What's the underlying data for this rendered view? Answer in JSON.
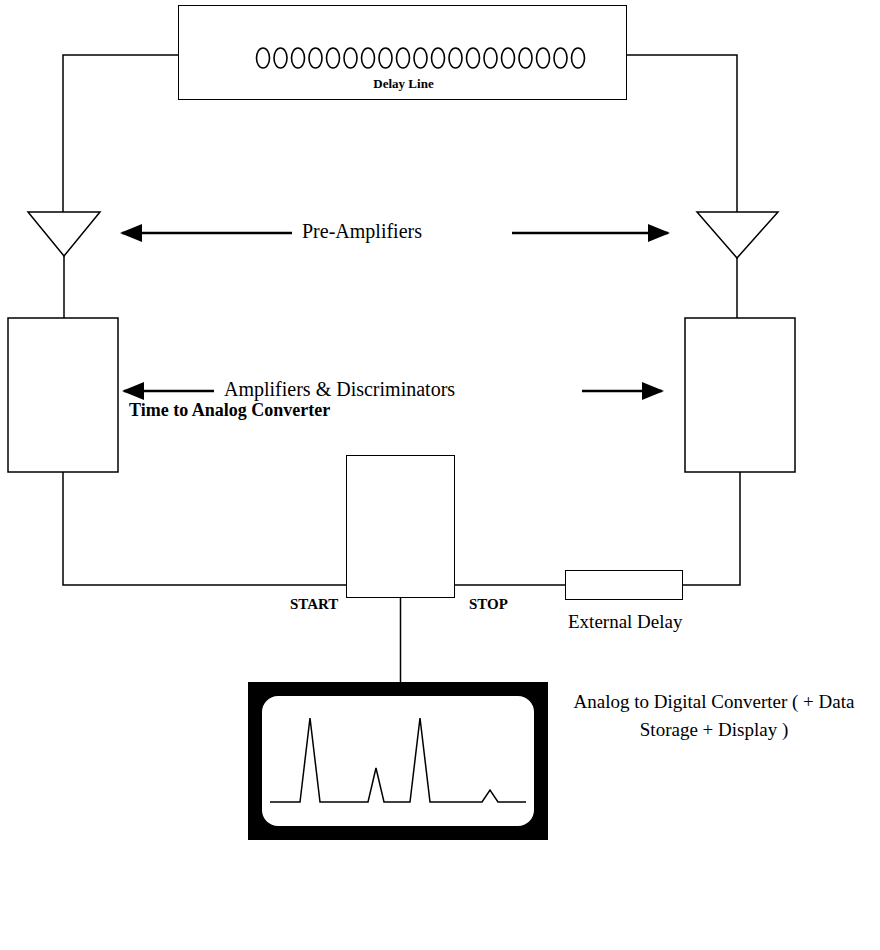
{
  "diagram": {
    "nodes": [
      {
        "text": [
          "Delay Line"
        ]
      },
      {
        "text": [
          "Time to Analog Converter"
        ]
      },
      {
        "text": [
          "External Delay"
        ]
      },
      {
        "text": [
          "Analog to Digital Converter ( + Data Storage + Display )"
        ]
      }
    ],
    "edges": [
      {
        "from": 2,
        "to": 1,
        "arrow": "none"
      },
      {
        "from": 1,
        "to": 3,
        "arrow": "none"
      }
    ],
    "labels": [
      "Pre-Amplifiers",
      "Amplifiers & Discriminators",
      "START",
      "STOP"
    ]
  }
}
